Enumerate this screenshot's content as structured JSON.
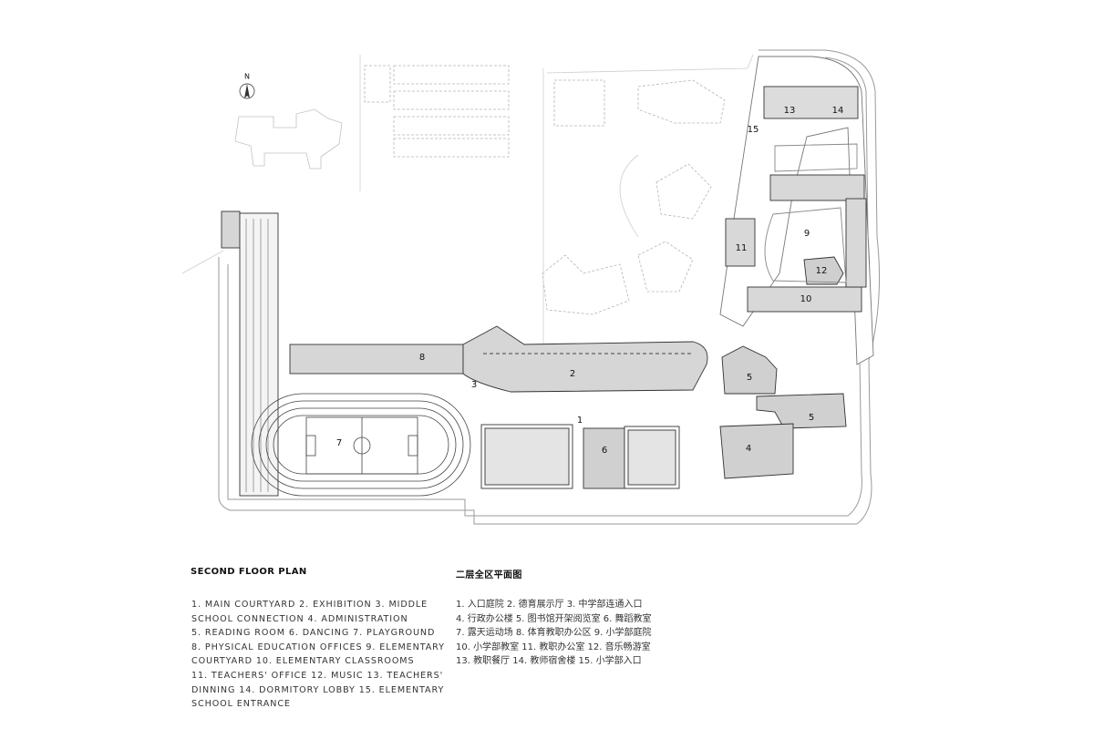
{
  "compass": {
    "north_label": "N"
  },
  "plan_labels": {
    "l1": "1",
    "l2": "2",
    "l3": "3",
    "l4": "4",
    "l5a": "5",
    "l5b": "5",
    "l6": "6",
    "l7": "7",
    "l8": "8",
    "l9": "9",
    "l10": "10",
    "l11": "11",
    "l12": "12",
    "l13": "13",
    "l14": "14",
    "l15": "15"
  },
  "caption_en": {
    "title": "SECOND FLOOR PLAN",
    "lines": [
      "1. MAIN COURTYARD  2. EXHIBITION  3. MIDDLE",
      "SCHOOL CONNECTION  4. ADMINISTRATION",
      "5. READING ROOM  6. DANCING  7. PLAYGROUND",
      "8. PHYSICAL EDUCATION OFFICES  9. ELEMENTARY",
      "COURTYARD  10. ELEMENTARY CLASSROOMS",
      "11. TEACHERS' OFFICE  12. MUSIC  13. TEACHERS'",
      "DINNING  14. DORMITORY LOBBY  15. ELEMENTARY",
      "SCHOOL ENTRANCE"
    ]
  },
  "caption_cn": {
    "title": "二层全区平面图",
    "lines": [
      "1. 入口庭院  2. 德育展示厅  3. 中学部连通入口",
      "4. 行政办公楼  5. 图书馆开架阅览室  6. 舞蹈教室",
      "7. 露天运动场  8. 体育教职办公区  9. 小学部庭院",
      "10. 小学部教室  11. 教职办公室  12. 音乐畅游室",
      "13. 教职餐厅  14. 教师宿舍楼  15. 小学部入口"
    ]
  }
}
